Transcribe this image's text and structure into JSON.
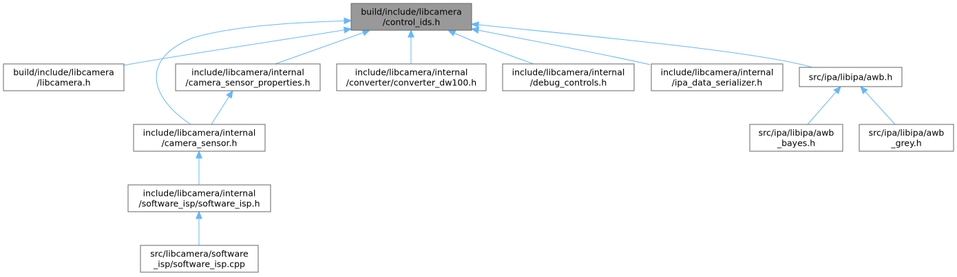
{
  "colors": {
    "root_fill": "#999999",
    "node_fill": "#ffffff",
    "node_border": "#666666",
    "edge": "#63b8ff"
  },
  "nodes": [
    {
      "id": "root",
      "lines": [
        "build/include/libcamera",
        "/control_ids.h"
      ],
      "root": true
    },
    {
      "id": "libcamera_h",
      "lines": [
        "build/include/libcamera",
        "/libcamera.h"
      ]
    },
    {
      "id": "camera_sensor_properties_h",
      "lines": [
        "include/libcamera/internal",
        "/camera_sensor_properties.h"
      ]
    },
    {
      "id": "converter_dw100_h",
      "lines": [
        "include/libcamera/internal",
        "/converter/converter_dw100.h"
      ]
    },
    {
      "id": "debug_controls_h",
      "lines": [
        "include/libcamera/internal",
        "/debug_controls.h"
      ]
    },
    {
      "id": "ipa_data_serializer_h",
      "lines": [
        "include/libcamera/internal",
        "/ipa_data_serializer.h"
      ]
    },
    {
      "id": "awb_h",
      "lines": [
        "src/ipa/libipa/awb.h"
      ]
    },
    {
      "id": "camera_sensor_h",
      "lines": [
        "include/libcamera/internal",
        "/camera_sensor.h"
      ]
    },
    {
      "id": "awb_bayes_h",
      "lines": [
        "src/ipa/libipa/awb",
        "_bayes.h"
      ]
    },
    {
      "id": "awb_grey_h",
      "lines": [
        "src/ipa/libipa/awb",
        "_grey.h"
      ]
    },
    {
      "id": "software_isp_h",
      "lines": [
        "include/libcamera/internal",
        "/software_isp/software_isp.h"
      ]
    },
    {
      "id": "software_isp_cpp",
      "lines": [
        "src/libcamera/software",
        "_isp/software_isp.cpp"
      ]
    }
  ],
  "edges": [
    {
      "from": "libcamera_h",
      "to": "root"
    },
    {
      "from": "camera_sensor_properties_h",
      "to": "root"
    },
    {
      "from": "converter_dw100_h",
      "to": "root"
    },
    {
      "from": "debug_controls_h",
      "to": "root"
    },
    {
      "from": "ipa_data_serializer_h",
      "to": "root"
    },
    {
      "from": "awb_h",
      "to": "root"
    },
    {
      "from": "camera_sensor_h",
      "to": "root"
    },
    {
      "from": "camera_sensor_h",
      "to": "camera_sensor_properties_h"
    },
    {
      "from": "software_isp_h",
      "to": "camera_sensor_h"
    },
    {
      "from": "software_isp_cpp",
      "to": "software_isp_h"
    },
    {
      "from": "awb_bayes_h",
      "to": "awb_h"
    },
    {
      "from": "awb_grey_h",
      "to": "awb_h"
    }
  ]
}
